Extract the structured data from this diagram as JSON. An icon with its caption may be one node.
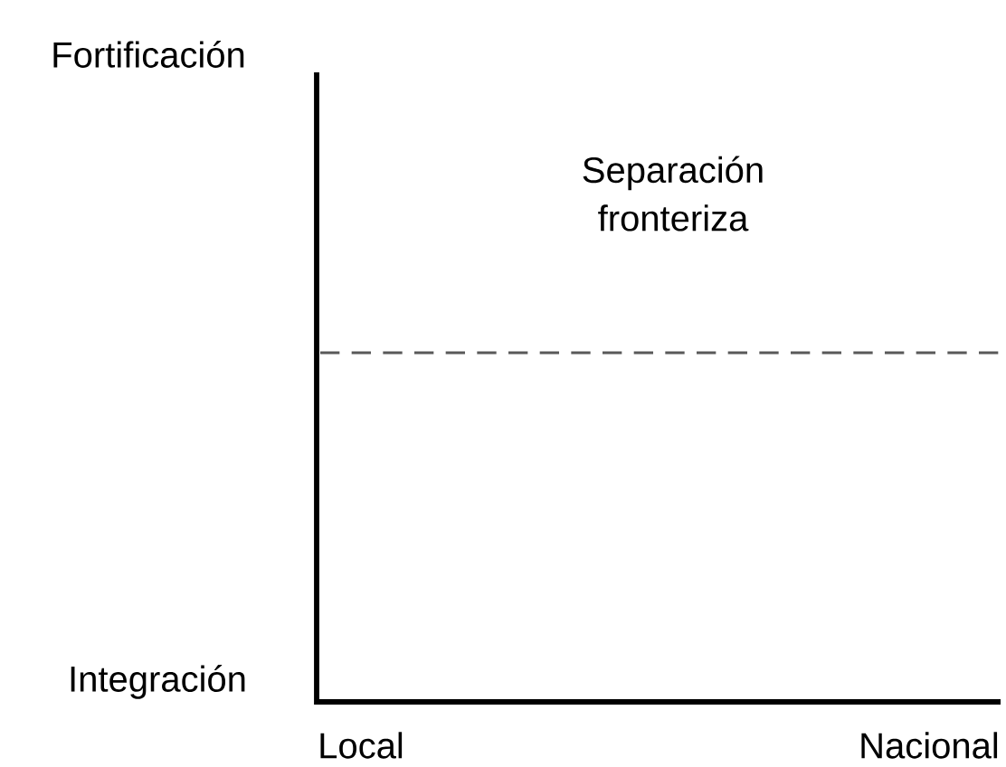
{
  "diagram": {
    "labels": [
      "Fortificación",
      "Separación fronteriza",
      "Integración",
      "Local",
      "Nacional"
    ]
  }
}
